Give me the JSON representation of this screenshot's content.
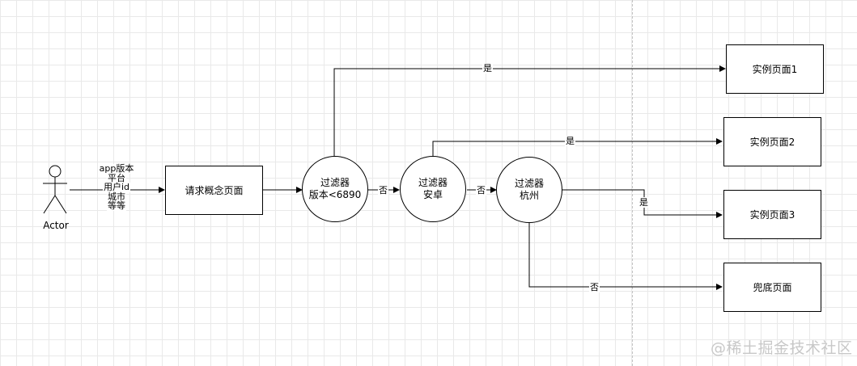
{
  "actor": {
    "label": "Actor"
  },
  "params": [
    "app版本",
    "平台",
    "用户id",
    "城市",
    "等等"
  ],
  "nodes": {
    "request": "请求概念页面",
    "filter_version": {
      "line1": "过滤器",
      "line2": "版本<6890"
    },
    "filter_android": {
      "line1": "过滤器",
      "line2": "安卓"
    },
    "filter_hangzhou": {
      "line1": "过滤器",
      "line2": "杭州"
    },
    "page1": "实例页面1",
    "page2": "实例页面2",
    "page3": "实例页面3",
    "fallback": "兜底页面"
  },
  "edges": {
    "version_yes": "是",
    "version_no": "否",
    "android_yes": "是",
    "android_no": "否",
    "hangzhou_yes": "是",
    "hangzhou_no": "否"
  },
  "watermark": "@稀土掘金技术社区"
}
